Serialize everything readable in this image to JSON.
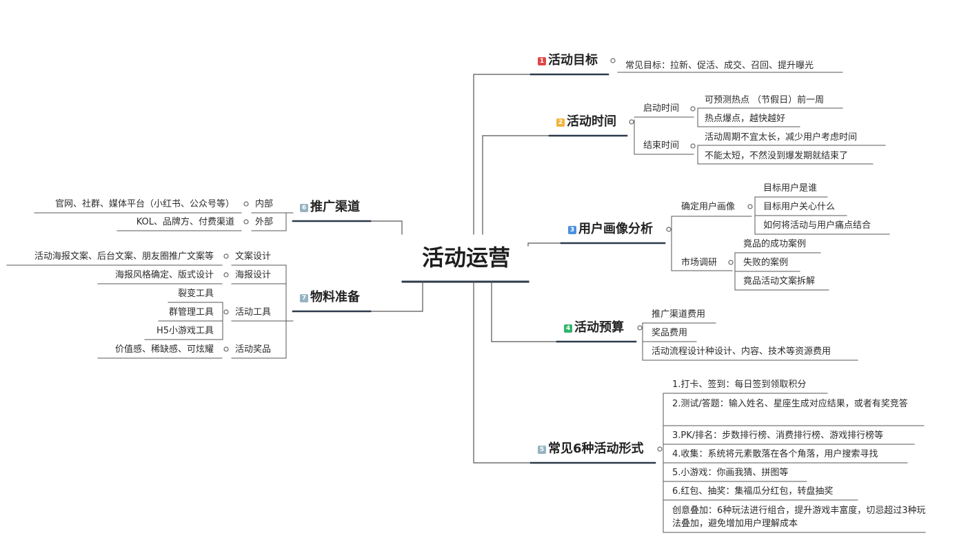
{
  "root": "活动运营",
  "colors": {
    "b1": "#e04747",
    "b2": "#f2b33d",
    "b3": "#4b8fe0",
    "b4": "#2fb56a",
    "b5": "#95b3c1",
    "b6": "#95b3c1",
    "b7": "#95b3c1"
  },
  "branches": {
    "goal": {
      "badge": "1",
      "title": "活动目标",
      "items": [
        "常见目标：拉新、促活、成交、召回、提升曝光"
      ]
    },
    "time": {
      "badge": "2",
      "title": "活动时间",
      "start": {
        "label": "启动时间",
        "items": [
          "可预测热点 （节假日）前一周",
          "热点爆点，越快越好"
        ]
      },
      "end": {
        "label": "结束时间",
        "items": [
          "活动周期不宜太长，减少用户考虑时间",
          "不能太短，不然没到爆发期就结束了"
        ]
      }
    },
    "persona": {
      "badge": "3",
      "title": "用户画像分析",
      "confirm": {
        "label": "确定用户画像",
        "items": [
          "目标用户是谁",
          "目标用户关心什么",
          "如何将活动与用户痛点结合"
        ]
      },
      "research": {
        "label": "市场调研",
        "items": [
          "竟品的成功案例",
          "失败的案例",
          "竟品活动文案拆解"
        ]
      }
    },
    "budget": {
      "badge": "4",
      "title": "活动预算",
      "items": [
        "推广渠道费用",
        "奖品费用",
        "活动流程设计种设计、内容、技术等资源费用"
      ]
    },
    "forms": {
      "badge": "5",
      "title": "常见6种活动形式",
      "items": [
        "1.打卡、签到：每日签到领取积分",
        "2.测试/答题：输入姓名、星座生成对应结果，或者有奖竞答",
        "3.PK/排名：步数排行榜、消费排行榜、游戏排行榜等",
        "4.收集：系统将元素散落在各个角落，用户搜索寻找",
        "5.小游戏：你画我猜、拼图等",
        "6.红包、抽奖：集福瓜分红包，转盘抽奖",
        "创意叠加：6种玩法进行组合，提升游戏丰富度，切忌超过3种玩法叠加，避免增加用户理解成本"
      ]
    },
    "channel": {
      "badge": "6",
      "title": "推广渠道",
      "internal": {
        "label": "内部",
        "items": [
          "官网、社群、媒体平台（小红书、公众号等）"
        ]
      },
      "external": {
        "label": "外部",
        "items": [
          "KOL、品牌方、付费渠道"
        ]
      }
    },
    "material": {
      "badge": "7",
      "title": "物料准备",
      "copy": {
        "label": "文案设计",
        "items": [
          "活动海报文案、后台文案、朋友圈推广文案等"
        ]
      },
      "poster": {
        "label": "海报设计",
        "items": [
          "海报风格确定、版式设计"
        ]
      },
      "tools": {
        "label": "活动工具",
        "items": [
          "裂变工具",
          "群管理工具",
          "H5小游戏工具"
        ]
      },
      "prize": {
        "label": "活动奖品",
        "items": [
          "价值感、稀缺感、可炫耀"
        ]
      }
    }
  }
}
